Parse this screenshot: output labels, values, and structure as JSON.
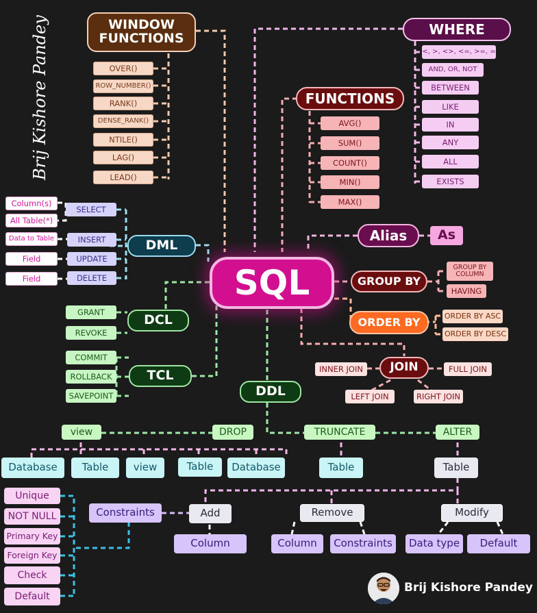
{
  "author": "Brij Kishore Pandey",
  "center": "SQL",
  "window_functions": {
    "title": "WINDOW FUNCTIONS",
    "items": [
      "OVER()",
      "ROW_NUMBER()",
      "RANK()",
      "DENSE_RANK()",
      "NTILE()",
      "LAG()",
      "LEAD()"
    ]
  },
  "where": {
    "title": "WHERE",
    "items": [
      "<, >, <>, <=, >=, =",
      "AND, OR, NOT",
      "BETWEEN",
      "LIKE",
      "IN",
      "ANY",
      "ALL",
      "EXISTS"
    ]
  },
  "functions": {
    "title": "FUNCTIONS",
    "items": [
      "AVG()",
      "SUM()",
      "COUNT()",
      "MIN()",
      "MAX()"
    ]
  },
  "dml": {
    "title": "DML",
    "commands": [
      "SELECT",
      "INSERT",
      "UPDATE",
      "DELETE"
    ],
    "targets": [
      "Column(s)",
      "All Table(*)",
      "Data to Table",
      "Field",
      "Field"
    ]
  },
  "alias": {
    "title": "Alias",
    "keyword": "As"
  },
  "group_by": {
    "title": "GROUP BY",
    "items": [
      "GROUP BY COLUMN",
      "HAVING"
    ]
  },
  "order_by": {
    "title": "ORDER BY",
    "items": [
      "ORDER BY ASC",
      "ORDER BY DESC"
    ]
  },
  "join": {
    "title": "JOIN",
    "items": [
      "INNER JOIN",
      "FULL JOIN",
      "LEFT JOIN",
      "RIGHT JOIN"
    ]
  },
  "dcl": {
    "title": "DCL",
    "items": [
      "GRANT",
      "REVOKE"
    ]
  },
  "tcl": {
    "title": "TCL",
    "items": [
      "COMMIT",
      "ROLLBACK",
      "SAVEPOINT"
    ]
  },
  "ddl": {
    "title": "DDL",
    "create": "view",
    "drop": "DROP",
    "truncate": "TRUNCATE",
    "alter": "ALTER",
    "create_items": [
      "Database",
      "Table"
    ],
    "drop_items": [
      "view",
      "Table",
      "Database"
    ],
    "truncate_items": [
      "Table"
    ],
    "alter_items": [
      "Table"
    ],
    "alter_actions": [
      "Add",
      "Remove",
      "Modify"
    ],
    "add_items": [
      "Constraints",
      "Column"
    ],
    "remove_items": [
      "Column",
      "Constraints"
    ],
    "modify_items": [
      "Data type",
      "Default"
    ],
    "constraints": [
      "Unique",
      "NOT NULL",
      "Primary Key",
      "Foreign Key",
      "Check",
      "Default"
    ]
  }
}
